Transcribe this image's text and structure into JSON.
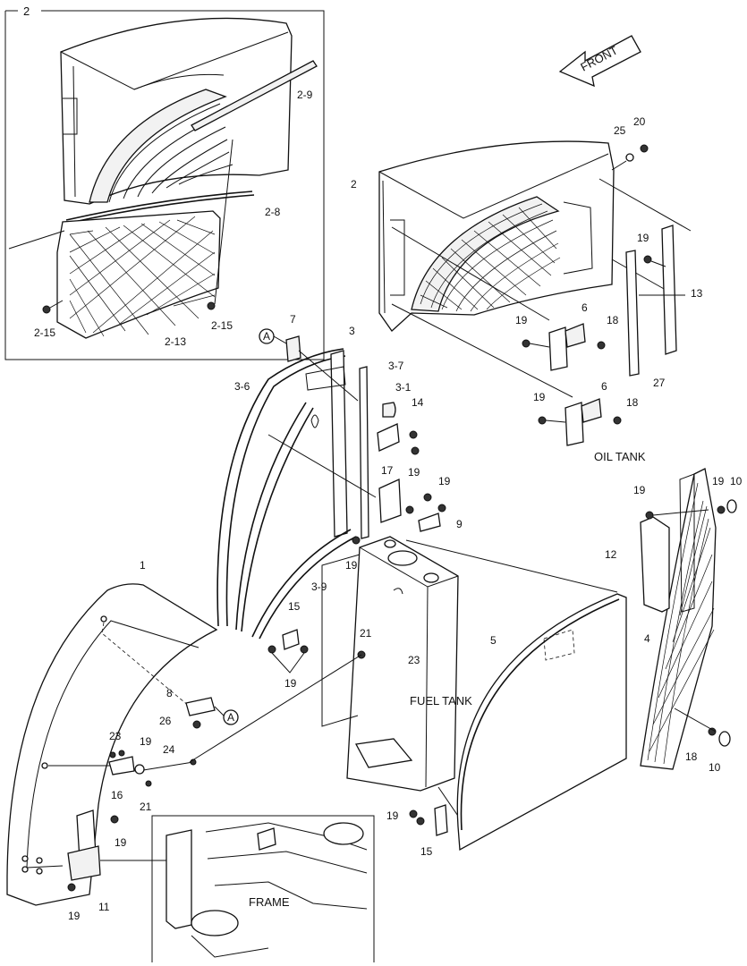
{
  "inset_group_label": "2",
  "front_label": "FRONT",
  "callout_a": "A",
  "tank_labels": {
    "oil_tank": "OIL TANK",
    "fuel_tank": "FUEL TANK",
    "frame": "FRAME"
  },
  "part_numbers": {
    "p2_9": "2-9",
    "p2_8": "2-8",
    "p2_15a": "2-15",
    "p2_15b": "2-15",
    "p2_13": "2-13",
    "p2": "2",
    "p25": "25",
    "p20": "20",
    "p19_top": "19",
    "p13": "13",
    "p27": "27",
    "p6a": "6",
    "p19_b": "19",
    "p18_a": "18",
    "p6b": "6",
    "p19_c": "19",
    "p18_b": "18",
    "p7": "7",
    "p3": "3",
    "p3_7": "3-7",
    "p3_6": "3-6",
    "p3_1": "3-1",
    "p14": "14",
    "p17": "17",
    "p19_d": "19",
    "p19_e": "19",
    "p9": "9",
    "p19_f": "19",
    "p3_9": "3-9",
    "p1": "1",
    "p15_a": "15",
    "p19_g": "19",
    "p21_a": "21",
    "p23_a": "23",
    "p8": "8",
    "p26": "26",
    "p23_b": "23",
    "p19_h": "19",
    "p24": "24",
    "p16": "16",
    "p21_b": "21",
    "p19_i": "19",
    "p11": "11",
    "p19_j": "19",
    "p5": "5",
    "p19_k": "19",
    "p15_b": "15",
    "p19_l": "19",
    "p19_m": "19",
    "p10_a": "10",
    "p12": "12",
    "p4": "4",
    "p18_c": "18",
    "p10_b": "10"
  }
}
